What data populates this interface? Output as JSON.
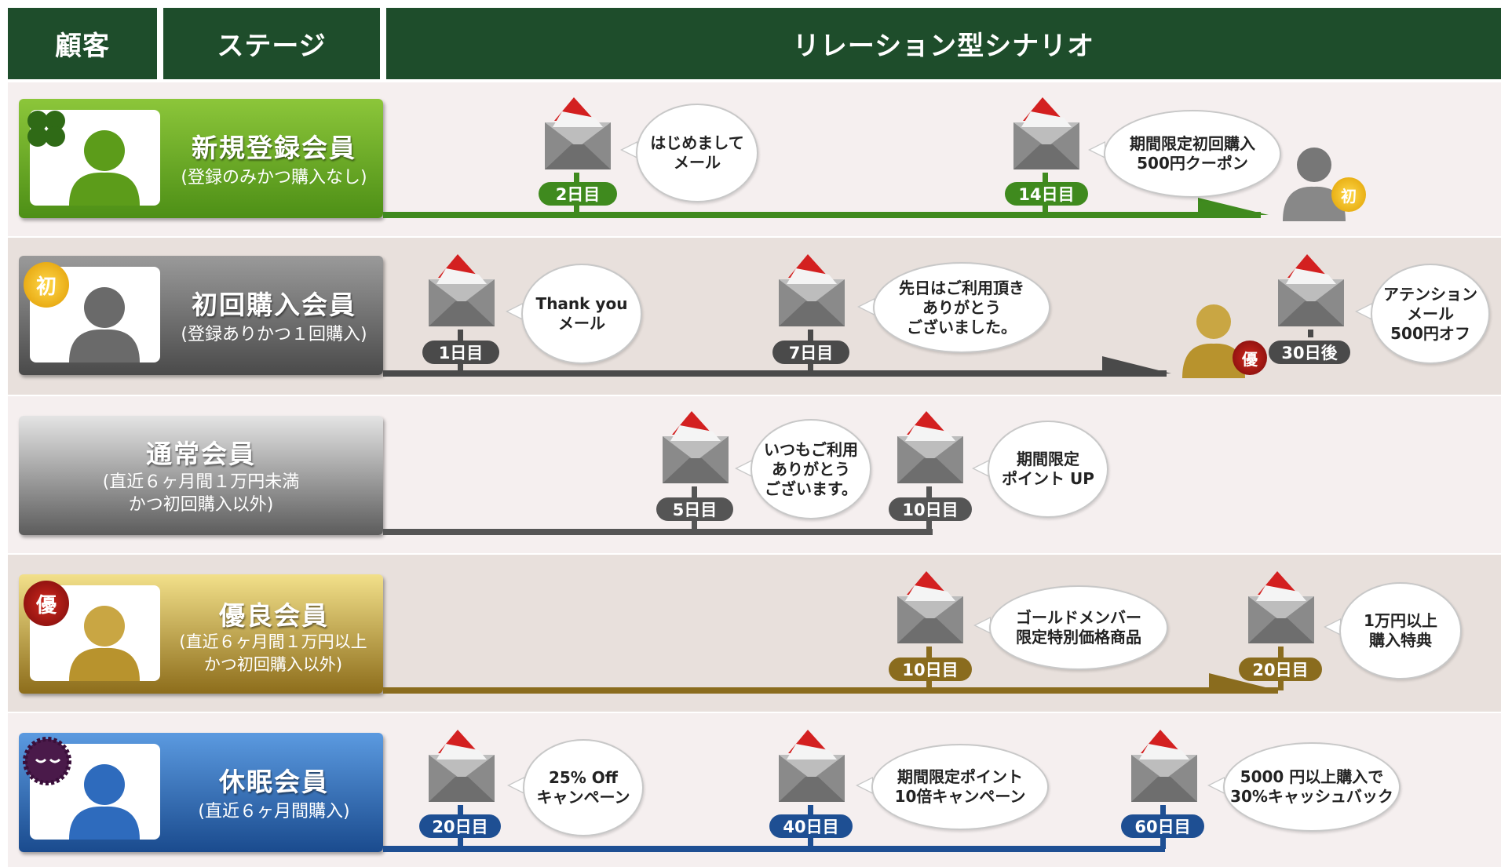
{
  "header": {
    "customer_label": "顧客",
    "stage_label": "ステージ",
    "scenario_label": "リレーション型シナリオ"
  },
  "colors": {
    "header_bg": "#1e4d2b",
    "new": "#5e9e1c",
    "first": "#5a5a5a",
    "regular": "#6b6b6b",
    "excellent": "#8a6c1e",
    "dormant": "#1e4f93"
  },
  "stages": [
    {
      "id": "new",
      "title": "新規登録会員",
      "sub": "(登録のみかつ購入なし)",
      "badge": "",
      "badge_icon": "clover-icon",
      "events": [
        {
          "day": "2日目",
          "message": "はじめまして\nメール"
        },
        {
          "day": "14日目",
          "message": "期間限定初回購入\n500円クーポン"
        }
      ],
      "end_badge": "初"
    },
    {
      "id": "first",
      "title": "初回購入会員",
      "sub": "(登録ありかつ１回購入)",
      "badge": "初",
      "events": [
        {
          "day": "1日目",
          "message": "Thank you\nメール"
        },
        {
          "day": "7日目",
          "message": "先日はご利用頂き\nありがとう\nございました。"
        },
        {
          "day": "30日後",
          "message": "アテンション\nメール\n500円オフ"
        }
      ],
      "end_badge": "優"
    },
    {
      "id": "regular",
      "title": "通常会員",
      "sub": "(直近６ヶ月間１万円未満\nかつ初回購入以外)",
      "badge": "",
      "events": [
        {
          "day": "5日目",
          "message": "いつもご利用\nありがとう\nございます。"
        },
        {
          "day": "10日目",
          "message": "期間限定\nポイント UP"
        }
      ]
    },
    {
      "id": "excellent",
      "title": "優良会員",
      "sub": "(直近６ヶ月間１万円以上\nかつ初回購入以外)",
      "badge": "優",
      "events": [
        {
          "day": "10日目",
          "message": "ゴールドメンバー\n限定特別価格商品"
        },
        {
          "day": "20日目",
          "message": "1万円以上\n購入特典"
        }
      ]
    },
    {
      "id": "dormant",
      "title": "休眠会員",
      "sub": "(直近６ヶ月間購入)",
      "badge": "",
      "badge_icon": "sleeping-face-icon",
      "events": [
        {
          "day": "20日目",
          "message": "25% Off\nキャンペーン"
        },
        {
          "day": "40日目",
          "message": "期間限定ポイント\n10倍キャンペーン"
        },
        {
          "day": "60日目",
          "message": "5000 円以上購入で\n30%キャッシュバック"
        }
      ]
    }
  ]
}
